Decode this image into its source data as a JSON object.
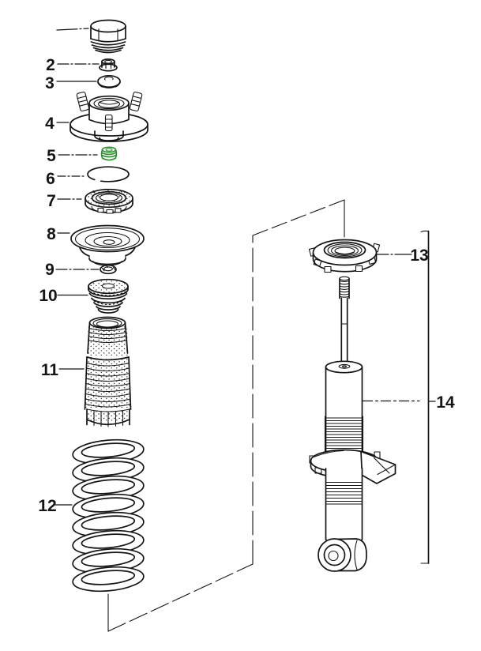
{
  "colors": {
    "line": "#151515",
    "highlight": "#2e8f33",
    "background": "#ffffff"
  },
  "labels": {
    "part2": "2",
    "part3": "3",
    "part4": "4",
    "part5": "5",
    "part6": "6",
    "part7": "7",
    "part8": "8",
    "part9": "9",
    "part10": "10",
    "part11": "11",
    "part12": "12",
    "part13": "13",
    "part14": "14"
  }
}
